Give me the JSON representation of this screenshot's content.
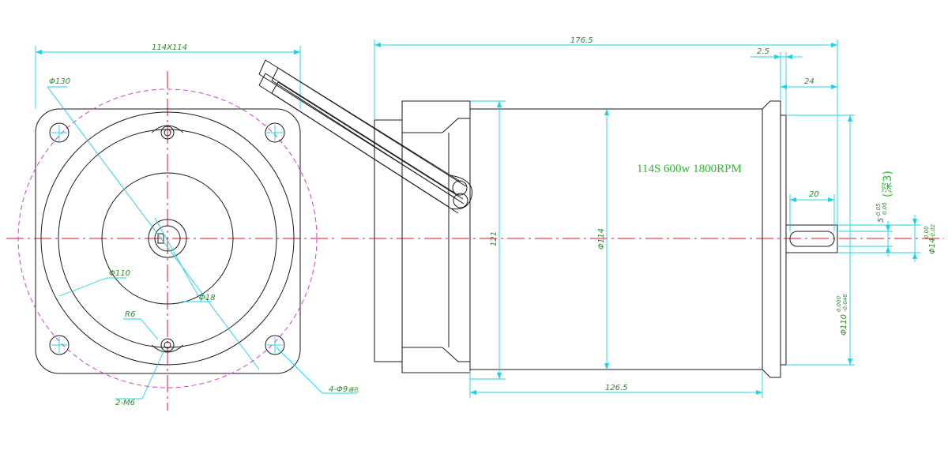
{
  "title": "114S  600w  1800RPM",
  "front_view": {
    "dim_square": "114X114",
    "dim_pcd": "Φ130",
    "dim_pilot": "Φ110",
    "dim_boss": "Φ18",
    "dim_radius": "R6",
    "dim_tapped": "2-M6",
    "dim_holes": "4-Φ9",
    "dim_holes_suffix": "通孔"
  },
  "side_view": {
    "dim_overall": "176.5",
    "dim_flange": "2.5",
    "dim_shaft": "24",
    "dim_key_len": "20",
    "dim_body": "126.5",
    "dim_height_121": "121",
    "dim_body_dia": "Φ114",
    "dim_key_width": "5",
    "dim_key_tol_upper": "-0.05",
    "dim_key_tol_lower": "0.00",
    "dim_shaft_dia": "Φ14",
    "dim_shaft_tol_upper": "0.00",
    "dim_shaft_tol_lower": "-0.02",
    "dim_pilot_dia": "Φ110",
    "dim_pilot_tol_upper": "0.000",
    "dim_pilot_tol_lower": "-0.046",
    "depth_note": "(深3)"
  }
}
